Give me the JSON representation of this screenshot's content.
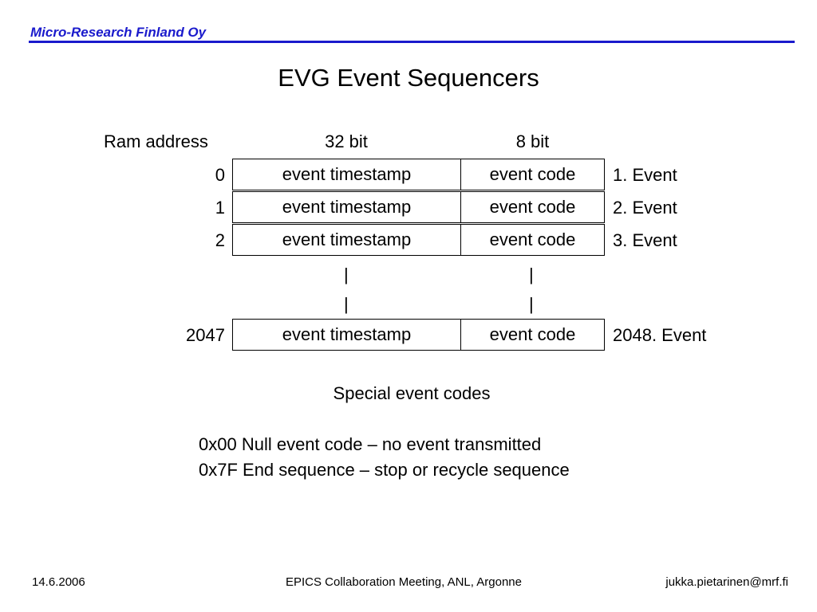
{
  "header": {
    "company": "Micro-Research Finland Oy"
  },
  "title": "EVG Event Sequencers",
  "table": {
    "headers": {
      "address": "Ram address",
      "col1": "32 bit",
      "col2": "8 bit"
    },
    "rows": [
      {
        "address": "0",
        "timestamp": "event timestamp",
        "code": "event code",
        "label": "1. Event"
      },
      {
        "address": "1",
        "timestamp": "event timestamp",
        "code": "event code",
        "label": "2. Event"
      },
      {
        "address": "2",
        "timestamp": "event timestamp",
        "code": "event code",
        "label": "3. Event"
      },
      {
        "address": "2047",
        "timestamp": "event timestamp",
        "code": "event code",
        "label": "2048. Event"
      }
    ],
    "continuation": "|"
  },
  "special": {
    "title": "Special event codes",
    "codes": [
      "0x00 Null event code – no event transmitted",
      "0x7F End sequence – stop or recycle sequence"
    ]
  },
  "footer": {
    "date": "14.6.2006",
    "event": "EPICS Collaboration Meeting, ANL, Argonne",
    "email": "jukka.pietarinen@mrf.fi"
  }
}
